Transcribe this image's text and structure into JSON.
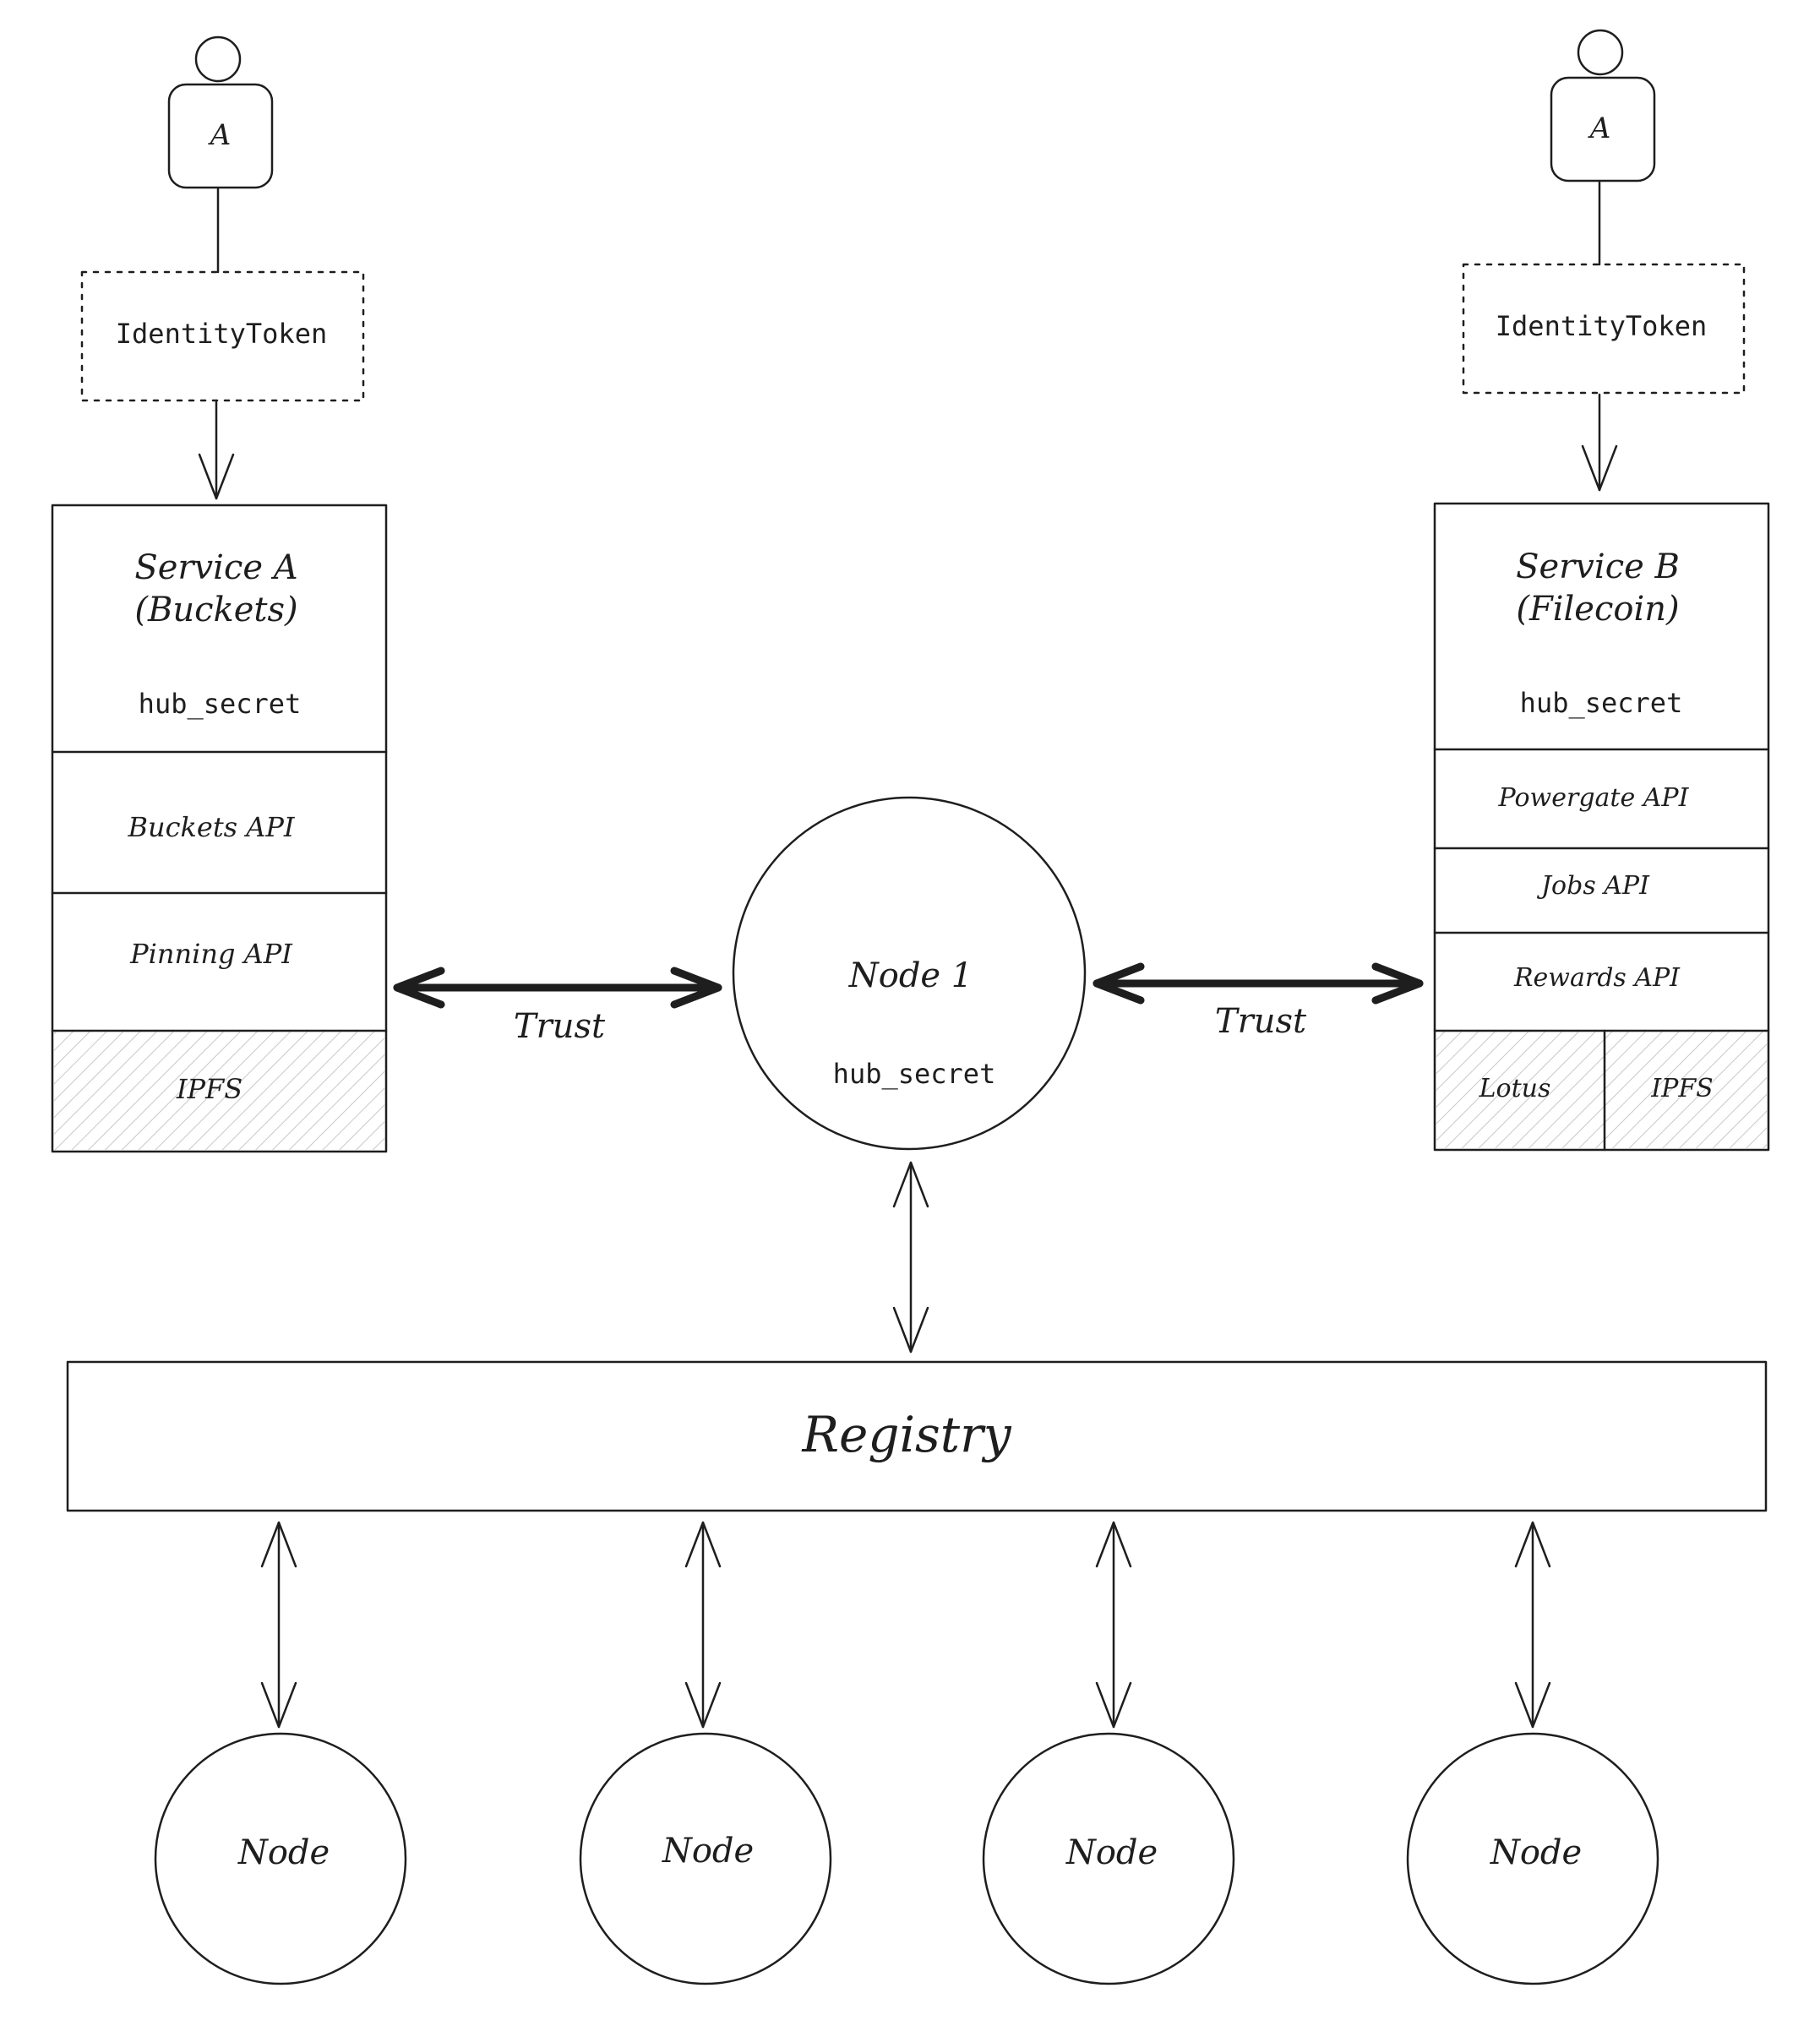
{
  "actors": [
    {
      "label": "A"
    },
    {
      "label": "A"
    }
  ],
  "tokens": [
    {
      "label": "IdentityToken"
    },
    {
      "label": "IdentityToken"
    }
  ],
  "service_a": {
    "title_line1": "Service A",
    "title_line2": "(Buckets)",
    "secret": "hub_secret",
    "apis": [
      "Buckets API",
      "Pinning API"
    ],
    "storage": [
      "IPFS"
    ]
  },
  "service_b": {
    "title_line1": "Service B",
    "title_line2": "(Filecoin)",
    "secret": "hub_secret",
    "apis": [
      "Powergate API",
      "Jobs API",
      "Rewards API"
    ],
    "storage": [
      "Lotus",
      "IPFS"
    ]
  },
  "node1": {
    "label": "Node 1",
    "secret": "hub_secret"
  },
  "trust_labels": [
    "Trust",
    "Trust"
  ],
  "registry": {
    "label": "Registry"
  },
  "nodes": [
    {
      "label": "Node"
    },
    {
      "label": "Node"
    },
    {
      "label": "Node"
    },
    {
      "label": "Node"
    }
  ],
  "colors": {
    "stroke": "#1e1e1e",
    "hatch": "#c8c8c8",
    "background": "#ffffff"
  }
}
